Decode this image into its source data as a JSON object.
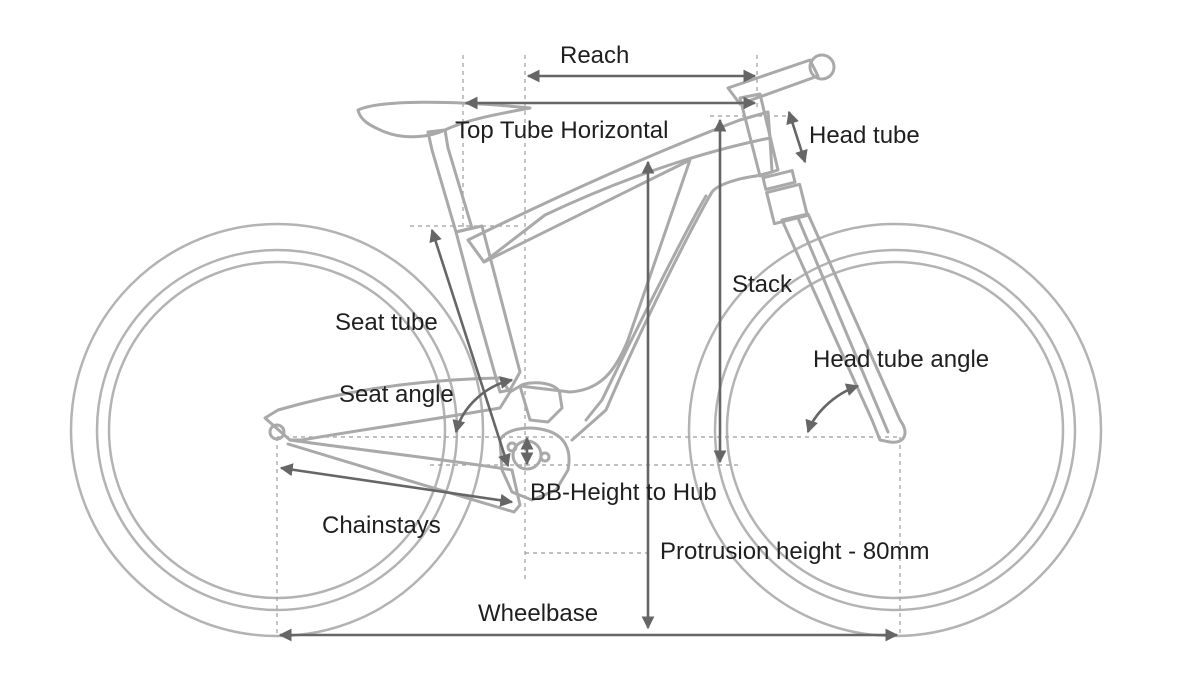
{
  "labels": {
    "reach": "Reach",
    "top_tube_horizontal": "Top Tube Horizontal",
    "head_tube": "Head tube",
    "stack": "Stack",
    "seat_tube": "Seat tube",
    "head_tube_angle": "Head tube angle",
    "seat_angle": "Seat angle",
    "bb_height_to_hub": "BB-Height to Hub",
    "chainstays": "Chainstays",
    "protrusion_height": "Protrusion height - 80mm",
    "wheelbase": "Wheelbase"
  },
  "colors": {
    "frame": "#a9a9a9",
    "dimension_arrow": "#666666",
    "text": "#1f1f1f"
  }
}
